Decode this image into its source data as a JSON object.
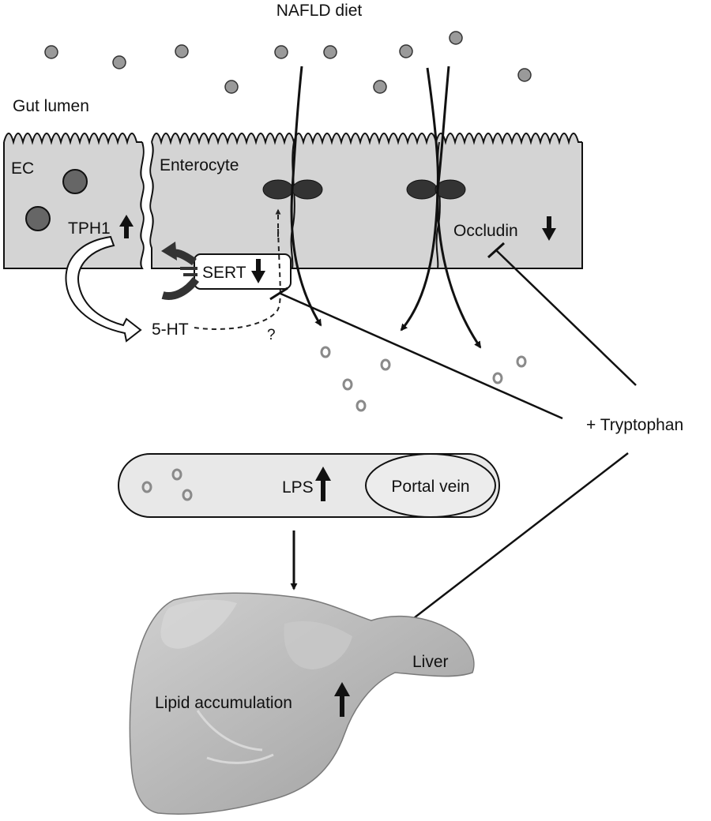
{
  "labels": {
    "diet": "NAFLD diet",
    "gut_lumen": "Gut lumen",
    "ec": "EC",
    "enterocyte": "Enterocyte",
    "tph1": "TPH1",
    "sert": "SERT",
    "five_ht": "5-HT",
    "question": "?",
    "occludin": "Occludin",
    "tryptophan": "+ Tryptophan",
    "lps": "LPS",
    "portal_vein": "Portal vein",
    "liver": "Liver",
    "lipid": "Lipid accumulation"
  },
  "regulation": {
    "tph1": "up",
    "sert": "down",
    "occludin": "down",
    "lps": "up",
    "lipid": "up"
  },
  "colors": {
    "cell_fill": "#d4d4d4",
    "vessel_fill": "#e8e8e8",
    "particle_fill": "#9a9a9a",
    "granule_fill": "#666666",
    "junction_fill": "#333333",
    "liver_fill": "#b8b8b8",
    "line": "#111111"
  }
}
